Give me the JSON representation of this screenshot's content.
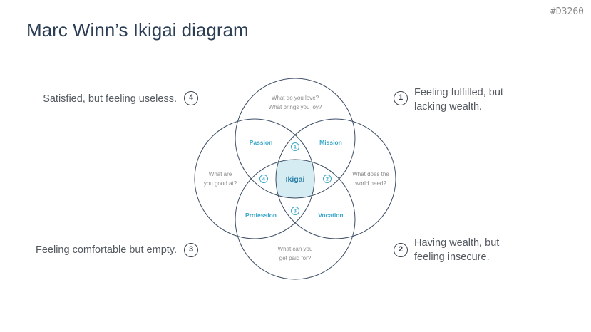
{
  "title": "Marc Winn’s Ikigai diagram",
  "slide_code": "#D3260",
  "diagram": {
    "circles": [
      {
        "id": "love",
        "question": [
          "What do you love?",
          "What brings you joy?"
        ]
      },
      {
        "id": "good-at",
        "question": [
          "What are",
          "you good at?"
        ]
      },
      {
        "id": "world-need",
        "question": [
          "What does the",
          "world need?"
        ]
      },
      {
        "id": "paid-for",
        "question": [
          "What can you",
          "get paid for?"
        ]
      }
    ],
    "overlaps": {
      "passion": "Passion",
      "mission": "Mission",
      "profession": "Profession",
      "vocation": "Vocation",
      "center": "Ikigai"
    },
    "markers": [
      "1",
      "2",
      "3",
      "4"
    ],
    "colors": {
      "stroke": "#3e4f66",
      "accent": "#3aa6c8",
      "center_fill": "#d6ecf3"
    }
  },
  "notes": [
    {
      "num": "4",
      "lines": [
        "Satisfied, but feeling useless."
      ]
    },
    {
      "num": "1",
      "lines": [
        "Feeling fulfilled, but",
        "lacking wealth."
      ]
    },
    {
      "num": "3",
      "lines": [
        "Feeling comfortable but empty."
      ]
    },
    {
      "num": "2",
      "lines": [
        "Having wealth, but",
        "feeling insecure."
      ]
    }
  ]
}
